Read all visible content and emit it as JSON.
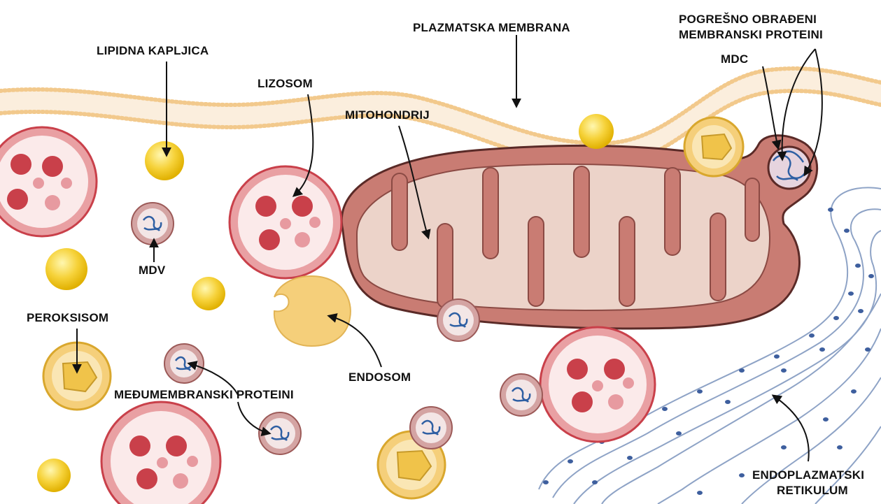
{
  "labels": {
    "plasma_membrane": "PLAZMATSKA MEMBRANA",
    "misprocessed_proteins_line1": "POGREŠNO OBRAĐENI",
    "misprocessed_proteins_line2": "MEMBRANSKI PROTEINI",
    "lipid_droplet": "LIPIDNA KAPLJICA",
    "lysosome": "LIZOSOM",
    "mitochondrion": "MITOHONDRIJ",
    "mdc": "MDC",
    "mdv": "MDV",
    "peroxisome": "PEROKSISOM",
    "endosome": "ENDOSOM",
    "intermembrane_proteins": "MEĐUMEMBRANSKI PROTEINI",
    "er_line1": "ENDOPLAZMATSKI",
    "er_line2": "RETIKULUM"
  },
  "colors": {
    "membrane_dots": "#f2c98c",
    "membrane_fill": "#fbeedd",
    "mito_outer": "#c97c73",
    "mito_inner": "#ecd3c9",
    "mito_outline": "#5a2a27",
    "lysosome_ring": "#e9a0a3",
    "lysosome_red": "#c9404a",
    "lysosome_pink": "#e79aa0",
    "lipid": "#f4c928",
    "endosome": "#f5cf7a",
    "er_fill": "#dfe7f3",
    "er_outline": "#8ea3c6",
    "ribosome": "#3e5f9e",
    "protein": "#2e5fa3"
  }
}
